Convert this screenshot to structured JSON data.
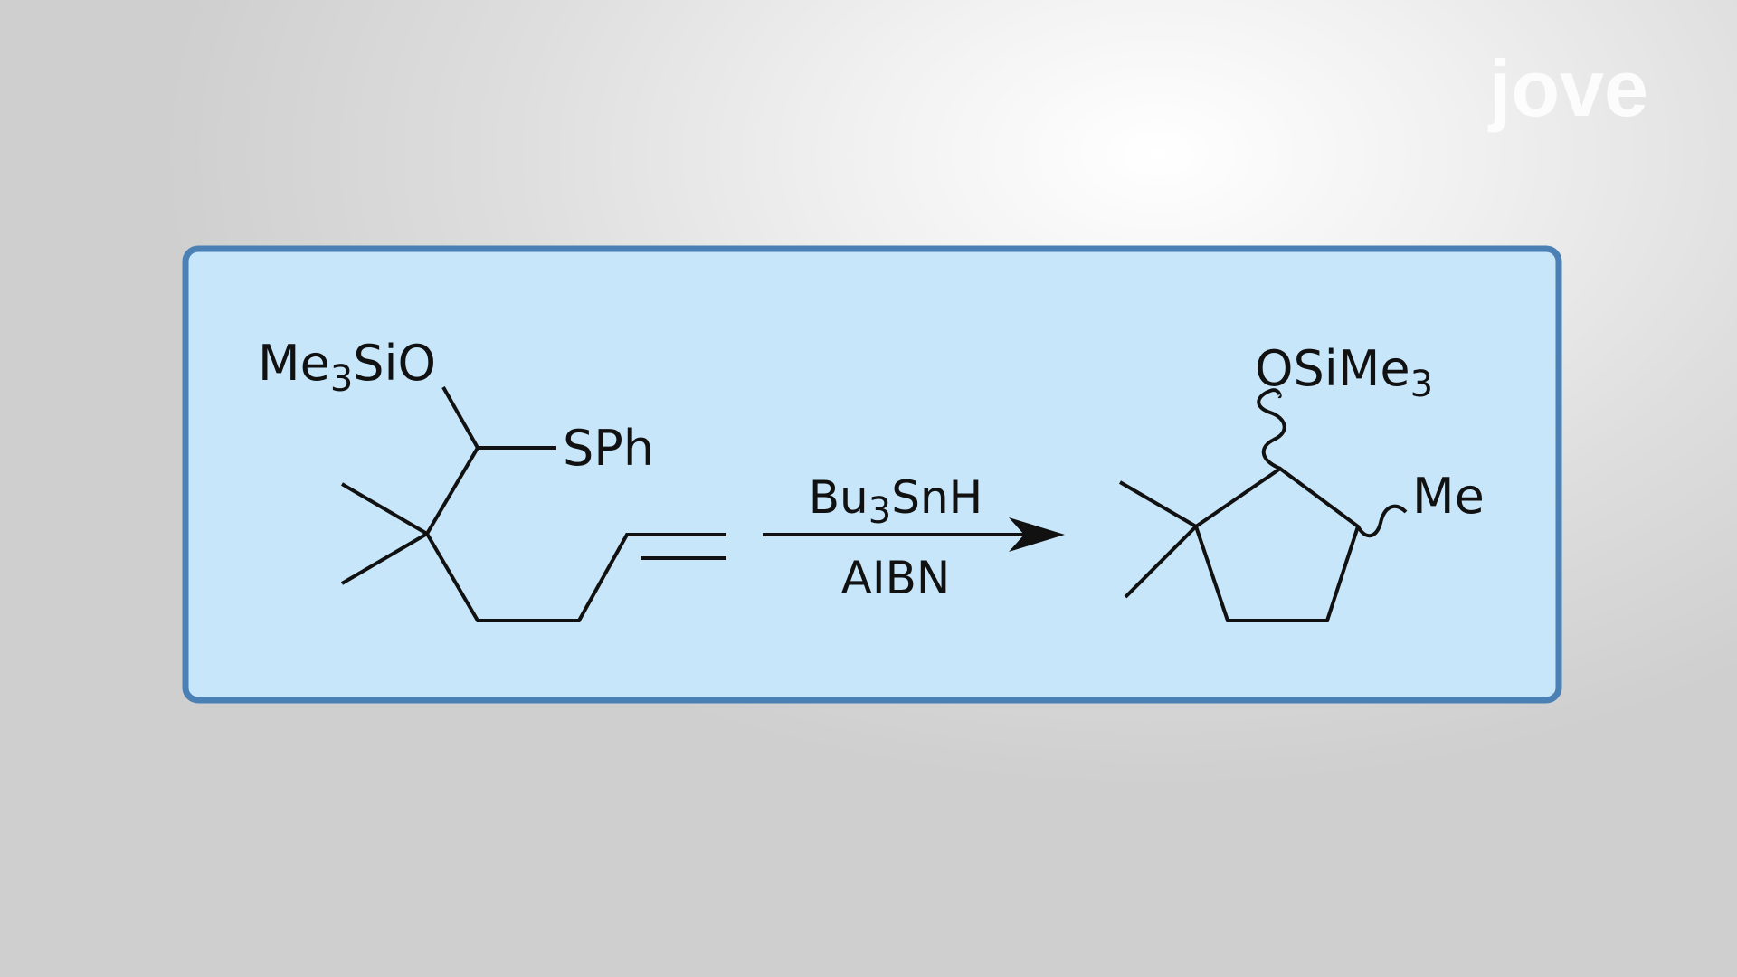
{
  "logo": {
    "text": "jove"
  },
  "reactant": {
    "oxy_group": {
      "main": "Me",
      "sub": "3",
      "tail": "SiO"
    },
    "thio_group": "SPh"
  },
  "reagents": {
    "above_arrow": {
      "main": "Bu",
      "sub": "3",
      "tail": "SnH"
    },
    "below_arrow": "AIBN"
  },
  "product": {
    "oxy_group": {
      "main": "OSiMe",
      "sub": "3"
    },
    "methyl_group": "Me"
  },
  "colors": {
    "panel_fill": "#c7e6fa",
    "panel_border": "#4a80b4",
    "ink": "#111111"
  }
}
